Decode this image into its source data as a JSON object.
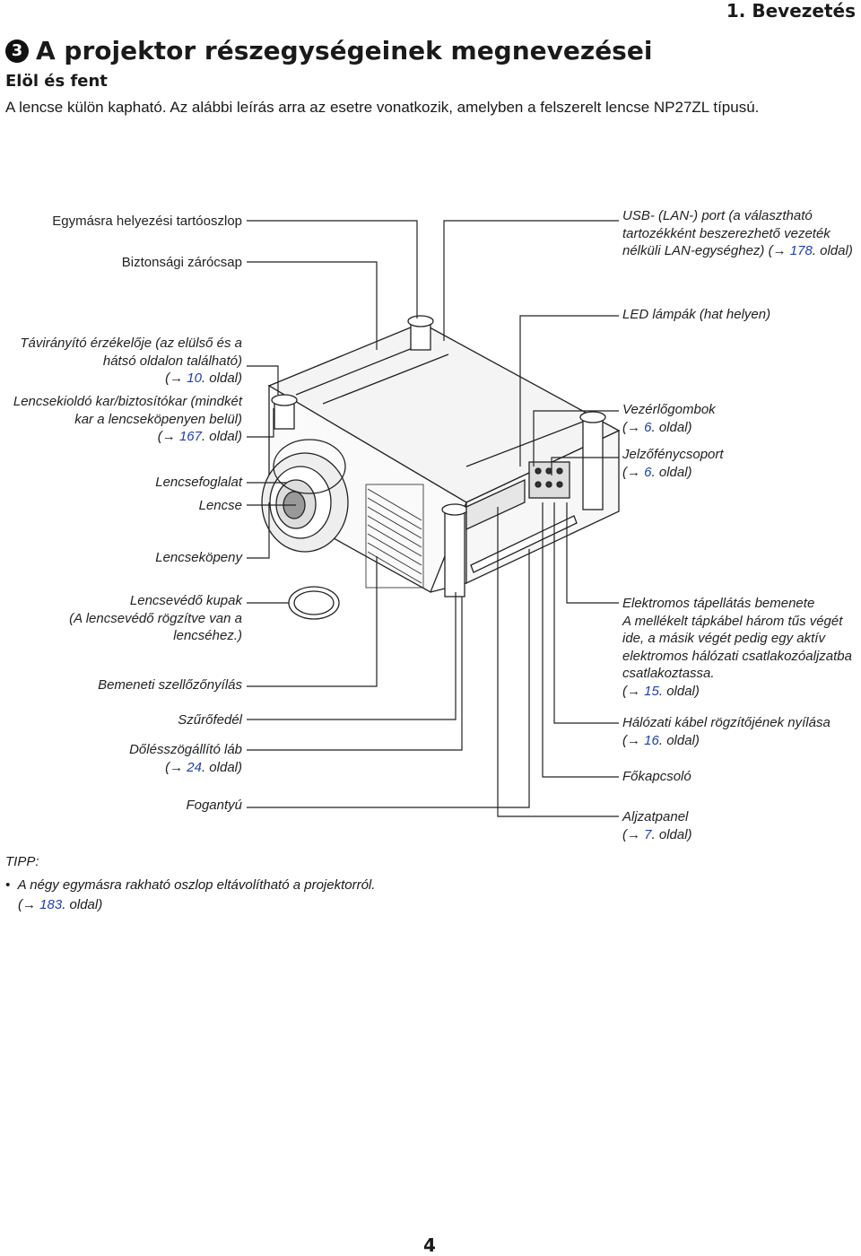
{
  "header": {
    "chapter": "1. Bevezetés",
    "section_number": "3",
    "title": "A projektor részegységeinek megnevezései",
    "subtitle": "Elöl és fent",
    "intro": "A lencse külön kapható. Az alábbi leírás arra az esetre vonatkozik, amelyben a felszerelt lencse NP27ZL típusú."
  },
  "labels_left": {
    "stack_pole": "Egymásra helyezési tartóoszlop",
    "security_lock": "Biztonsági zárócsap",
    "remote_sensor_1": "Távirányító érzékelője (az elülső és a",
    "remote_sensor_2": "hátsó oldalon található)",
    "remote_sensor_page": "10",
    "lens_release_1": "Lencsekioldó kar/biztosítókar (mindkét",
    "lens_release_2": "kar a lencseköpenyen belül)",
    "lens_release_page": "167",
    "lens_mount": "Lencsefoglalat",
    "lens": "Lencse",
    "lens_shroud": "Lencseköpeny",
    "lens_cap_1": "Lencsevédő kupak",
    "lens_cap_2": "(A lencsevédő rögzítve van a lencséhez.)",
    "intake_vent": "Bemeneti szellőzőnyílás",
    "filter_cover": "Szűrőfedél",
    "tilt_foot": "Dőlésszögállító láb",
    "tilt_foot_page": "24",
    "handle": "Fogantyú"
  },
  "labels_right": {
    "usb_1": "USB- (LAN-) port (a választható",
    "usb_2": "tartozékként beszerezhető vezeték",
    "usb_3": "nélküli LAN-egységhez)",
    "usb_page": "178",
    "led": "LED lámpák (hat helyen)",
    "controls": "Vezérlőgombok",
    "controls_page": "6",
    "indicators": "Jelzőfénycsoport",
    "indicators_page": "6",
    "power_in_1": "Elektromos tápellátás bemenete",
    "power_in_2": "A mellékelt tápkábel három tűs végét",
    "power_in_3": "ide, a másik végét pedig egy aktív",
    "power_in_4": "elektromos hálózati csatlakozóaljzatba",
    "power_in_5": "csatlakoztassa.",
    "power_in_page": "15",
    "cable_stopper": "Hálózati kábel rögzítőjének nyílása",
    "cable_stopper_page": "16",
    "main_switch": "Főkapcsoló",
    "terminal": "Aljzatpanel",
    "terminal_page": "7"
  },
  "ref_suffix": ". oldal)",
  "ref_prefix": "(",
  "ref_arrow": "→",
  "tip": {
    "heading": "TIPP:",
    "bullet": "•",
    "text": "A négy egymásra rakható oszlop eltávolítható a projektorról.",
    "page": "183"
  },
  "page_number": "4"
}
